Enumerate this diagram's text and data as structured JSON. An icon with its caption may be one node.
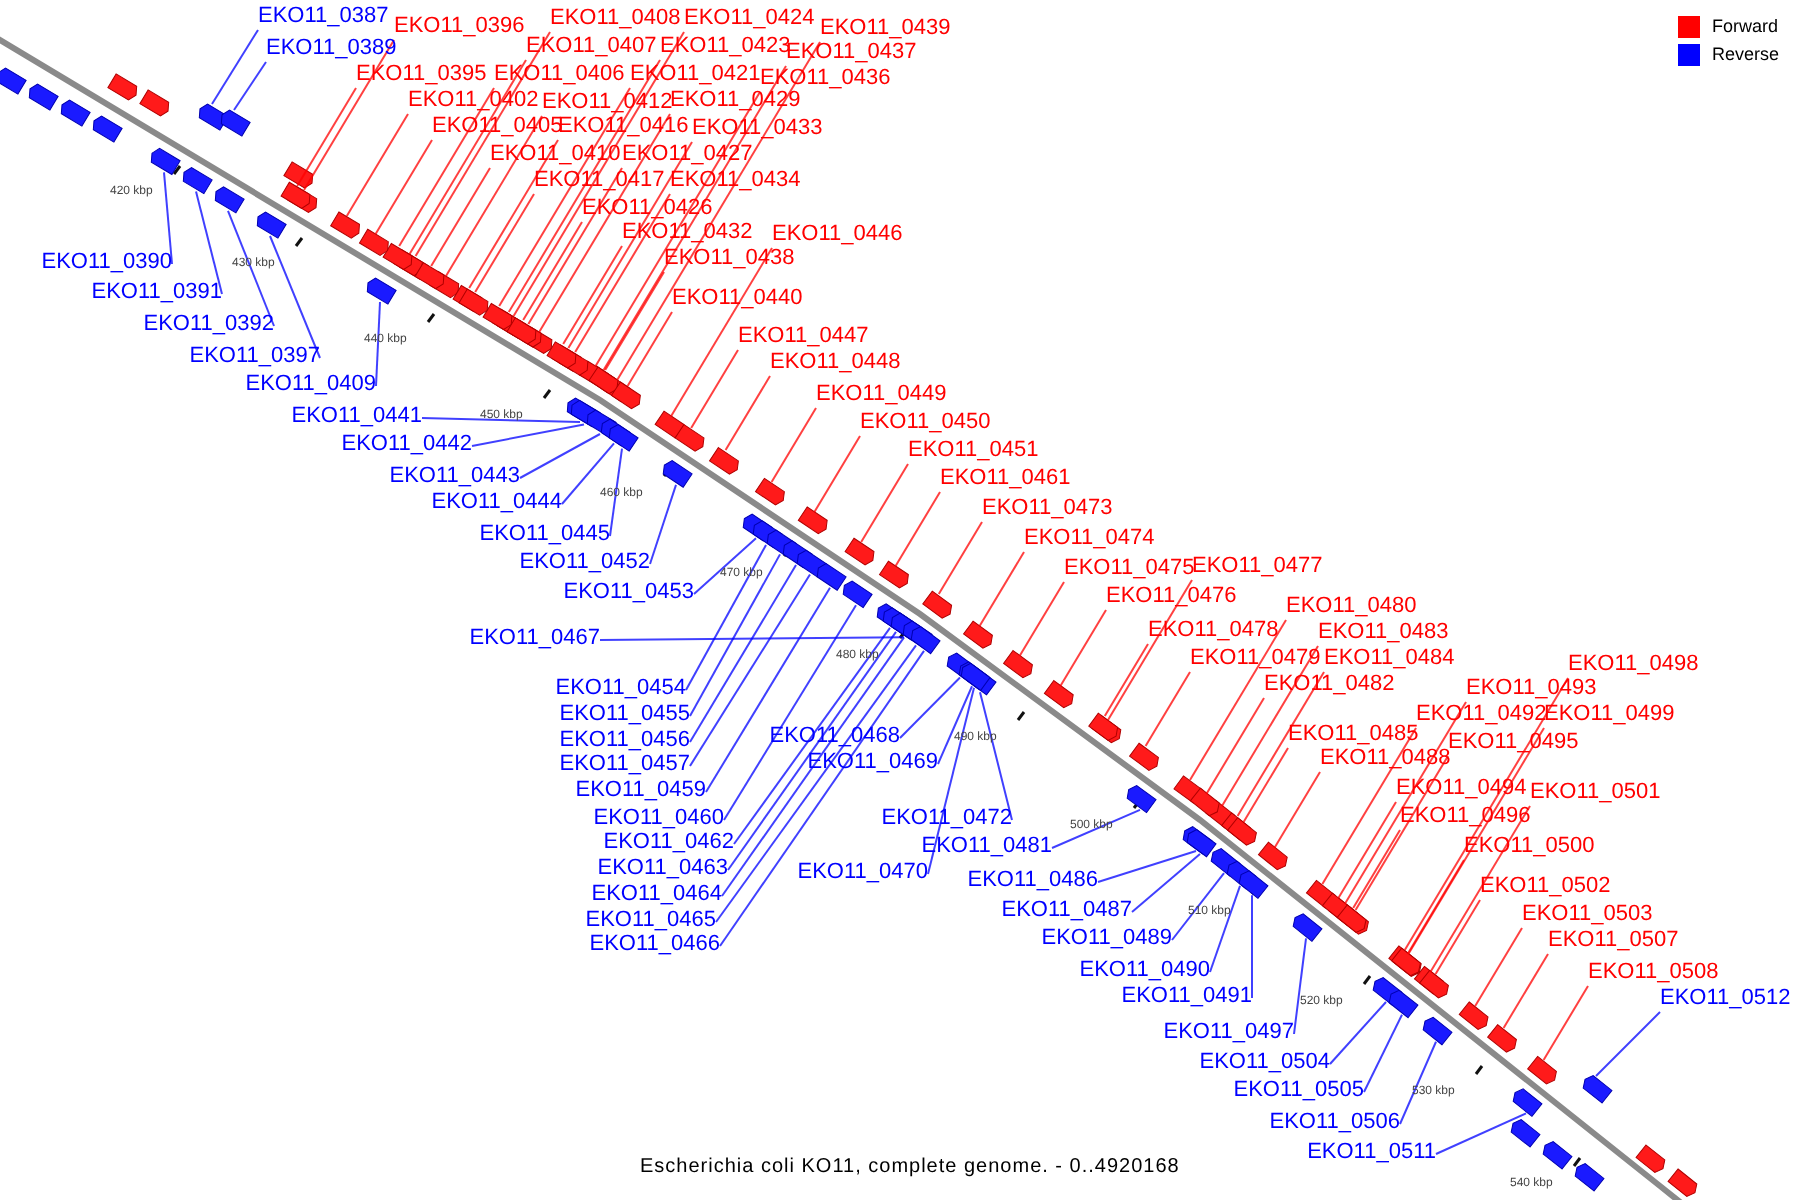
{
  "diagram": {
    "caption": "Escherichia coli KO11, complete genome. - 0..4920168",
    "nodes": [
      {
        "text": [
          "EKO11_0387"
        ]
      },
      {
        "text": [
          "EKO11_0389"
        ]
      },
      {
        "text": [
          "EKO11_0396"
        ]
      },
      {
        "text": [
          "EKO11_0408"
        ]
      },
      {
        "text": [
          "EKO11_0424"
        ]
      },
      {
        "text": [
          "EKO11_0439"
        ]
      },
      {
        "text": [
          "EKO11_0407"
        ]
      },
      {
        "text": [
          "EKO11_0423"
        ]
      },
      {
        "text": [
          "EKO11_0437"
        ]
      },
      {
        "text": [
          "EKO11_0395"
        ]
      },
      {
        "text": [
          "EKO11_0406"
        ]
      },
      {
        "text": [
          "EKO11_0421"
        ]
      },
      {
        "text": [
          "EKO11_0436"
        ]
      },
      {
        "text": [
          "EKO11_0402"
        ]
      },
      {
        "text": [
          "EKO11_0412"
        ]
      },
      {
        "text": [
          "EKO11_0429"
        ]
      },
      {
        "text": [
          "EKO11_0405"
        ]
      },
      {
        "text": [
          "EKO11_0416"
        ]
      },
      {
        "text": [
          "EKO11_0433"
        ]
      },
      {
        "text": [
          "EKO11_0410"
        ]
      },
      {
        "text": [
          "EKO11_0427"
        ]
      },
      {
        "text": [
          "EKO11_0417"
        ]
      },
      {
        "text": [
          "EKO11_0434"
        ]
      },
      {
        "text": [
          "EKO11_0426"
        ]
      },
      {
        "text": [
          "EKO11_0446"
        ]
      },
      {
        "text": [
          "EKO11_0432"
        ]
      },
      {
        "text": [
          "EKO11_0438"
        ]
      },
      {
        "text": [
          "EKO11_0390"
        ]
      },
      {
        "text": [
          "EKO11_0391"
        ]
      },
      {
        "text": [
          "EKO11_0440"
        ]
      },
      {
        "text": [
          "EKO11_0392"
        ]
      },
      {
        "text": [
          "EKO11_0447"
        ]
      },
      {
        "text": [
          "EKO11_0397"
        ]
      },
      {
        "text": [
          "EKO11_0448"
        ]
      },
      {
        "text": [
          "EKO11_0409"
        ]
      },
      {
        "text": [
          "EKO11_0449"
        ]
      },
      {
        "text": [
          "EKO11_0441"
        ]
      },
      {
        "text": [
          "EKO11_0450"
        ]
      },
      {
        "text": [
          "EKO11_0442"
        ]
      },
      {
        "text": [
          "EKO11_0451"
        ]
      },
      {
        "text": [
          "EKO11_0443"
        ]
      },
      {
        "text": [
          "EKO11_0461"
        ]
      },
      {
        "text": [
          "EKO11_0444"
        ]
      },
      {
        "text": [
          "EKO11_0473"
        ]
      },
      {
        "text": [
          "EKO11_0445"
        ]
      },
      {
        "text": [
          "EKO11_0474"
        ]
      },
      {
        "text": [
          "EKO11_0452"
        ]
      },
      {
        "text": [
          "EKO11_0475"
        ]
      },
      {
        "text": [
          "EKO11_0477"
        ]
      },
      {
        "text": [
          "EKO11_0453"
        ]
      },
      {
        "text": [
          "EKO11_0476"
        ]
      },
      {
        "text": [
          "EKO11_0480"
        ]
      },
      {
        "text": [
          "EKO11_0478"
        ]
      },
      {
        "text": [
          "EKO11_0483"
        ]
      },
      {
        "text": [
          "EKO11_0479"
        ]
      },
      {
        "text": [
          "EKO11_0484"
        ]
      },
      {
        "text": [
          "EKO11_0498"
        ]
      },
      {
        "text": [
          "EKO11_0454"
        ]
      },
      {
        "text": [
          "EKO11_0482"
        ]
      },
      {
        "text": [
          "EKO11_0493"
        ]
      },
      {
        "text": [
          "EKO11_0455"
        ]
      },
      {
        "text": [
          "EKO11_0492"
        ]
      },
      {
        "text": [
          "EKO11_0499"
        ]
      },
      {
        "text": [
          "EKO11_0485"
        ]
      },
      {
        "text": [
          "EKO11_0468"
        ]
      },
      {
        "text": [
          "EKO11_0456"
        ]
      },
      {
        "text": [
          "EKO11_0495"
        ]
      },
      {
        "text": [
          "EKO11_0488"
        ]
      },
      {
        "text": [
          "EKO11_0469"
        ]
      },
      {
        "text": [
          "EKO11_0457"
        ]
      },
      {
        "text": [
          "EKO11_0467"
        ]
      },
      {
        "text": [
          "EKO11_0494"
        ]
      },
      {
        "text": [
          "EKO11_0459"
        ]
      },
      {
        "text": [
          "EKO11_0501"
        ]
      },
      {
        "text": [
          "EKO11_0496"
        ]
      },
      {
        "text": [
          "EKO11_0460"
        ]
      },
      {
        "text": [
          "EKO11_0472"
        ]
      },
      {
        "text": [
          "EKO11_0462"
        ]
      },
      {
        "text": [
          "EKO11_0481"
        ]
      },
      {
        "text": [
          "EKO11_0500"
        ]
      },
      {
        "text": [
          "EKO11_0463"
        ]
      },
      {
        "text": [
          "EKO11_0470"
        ]
      },
      {
        "text": [
          "EKO11_0486"
        ]
      },
      {
        "text": [
          "EKO11_0502"
        ]
      },
      {
        "text": [
          "EKO11_0464"
        ]
      },
      {
        "text": [
          "EKO11_0487"
        ]
      },
      {
        "text": [
          "EKO11_0503"
        ]
      },
      {
        "text": [
          "EKO11_0465"
        ]
      },
      {
        "text": [
          "EKO11_0489"
        ]
      },
      {
        "text": [
          "EKO11_0507"
        ]
      },
      {
        "text": [
          "EKO11_0466"
        ]
      },
      {
        "text": [
          "EKO11_0490"
        ]
      },
      {
        "text": [
          "EKO11_0508"
        ]
      },
      {
        "text": [
          "EKO11_0491"
        ]
      },
      {
        "text": [
          "EKO11_0512"
        ]
      },
      {
        "text": [
          "EKO11_0497"
        ]
      },
      {
        "text": [
          "EKO11_0504"
        ]
      },
      {
        "text": [
          "EKO11_0505"
        ]
      },
      {
        "text": [
          "EKO11_0506"
        ]
      },
      {
        "text": [
          "EKO11_0511"
        ]
      },
      {
        "text": [],
        "shape": "box"
      },
      {
        "text": [],
        "shape": "box"
      },
      {
        "text": [],
        "shape": "box"
      },
      {
        "text": [],
        "shape": "box"
      },
      {
        "text": [],
        "shape": "box"
      },
      {
        "text": [],
        "shape": "box"
      },
      {
        "text": [],
        "shape": "box"
      },
      {
        "text": [],
        "shape": "box"
      },
      {
        "text": [],
        "shape": "box"
      },
      {
        "text": [],
        "shape": "box"
      },
      {
        "text": [],
        "shape": "box"
      },
      {
        "text": [],
        "shape": "box"
      },
      {
        "text": [],
        "shape": "box"
      },
      {
        "text": [],
        "shape": "box"
      },
      {
        "text": [],
        "shape": "box"
      },
      {
        "text": [],
        "shape": "box"
      },
      {
        "text": [],
        "shape": "box"
      },
      {
        "text": [],
        "shape": "box"
      },
      {
        "text": [],
        "shape": "box"
      },
      {
        "text": [],
        "shape": "box"
      },
      {
        "text": [],
        "shape": "box"
      },
      {
        "text": [],
        "shape": "box"
      },
      {
        "text": [],
        "shape": "box"
      },
      {
        "text": [],
        "shape": "box"
      },
      {
        "text": [],
        "shape": "box"
      },
      {
        "text": [],
        "shape": "box"
      },
      {
        "text": [],
        "shape": "box"
      },
      {
        "text": [],
        "shape": "box"
      },
      {
        "text": [],
        "shape": "box"
      },
      {
        "text": [],
        "shape": "box"
      },
      {
        "text": [],
        "shape": "box"
      },
      {
        "text": [],
        "shape": "box"
      },
      {
        "text": [],
        "shape": "box"
      },
      {
        "text": [],
        "shape": "box"
      },
      {
        "text": [],
        "shape": "box"
      },
      {
        "text": [],
        "shape": "box"
      },
      {
        "text": [],
        "shape": "box"
      },
      {
        "text": [],
        "shape": "box"
      },
      {
        "text": [],
        "shape": "box"
      },
      {
        "text": [],
        "shape": "box"
      },
      {
        "text": [],
        "shape": "box"
      },
      {
        "text": [],
        "shape": "box"
      },
      {
        "text": [],
        "shape": "box"
      },
      {
        "text": [],
        "shape": "box"
      },
      {
        "text": [],
        "shape": "box"
      },
      {
        "text": [],
        "shape": "box"
      },
      {
        "text": [],
        "shape": "box"
      },
      {
        "text": [],
        "shape": "box"
      },
      {
        "text": [],
        "shape": "box"
      },
      {
        "text": [],
        "shape": "box"
      },
      {
        "text": [],
        "shape": "box"
      },
      {
        "text": [],
        "shape": "box"
      },
      {
        "text": [],
        "shape": "box"
      },
      {
        "text": [],
        "shape": "box"
      },
      {
        "text": [],
        "shape": "box"
      },
      {
        "text": [],
        "shape": "box"
      },
      {
        "text": [],
        "shape": "box"
      },
      {
        "text": [],
        "shape": "box"
      },
      {
        "text": [],
        "shape": "box"
      },
      {
        "text": [],
        "shape": "box"
      },
      {
        "text": [],
        "shape": "box"
      },
      {
        "text": [],
        "shape": "box"
      },
      {
        "text": [],
        "shape": "box"
      },
      {
        "text": [],
        "shape": "box"
      },
      {
        "text": [],
        "shape": "box"
      },
      {
        "text": [],
        "shape": "box"
      },
      {
        "text": [],
        "shape": "box"
      },
      {
        "text": [],
        "shape": "box"
      },
      {
        "text": [],
        "shape": "box"
      },
      {
        "text": [],
        "shape": "box"
      },
      {
        "text": [],
        "shape": "box"
      },
      {
        "text": [],
        "shape": "box"
      },
      {
        "text": [],
        "shape": "box"
      },
      {
        "text": [],
        "shape": "box"
      },
      {
        "text": [],
        "shape": "box"
      },
      {
        "text": [],
        "shape": "box"
      },
      {
        "text": [],
        "shape": "box"
      },
      {
        "text": [],
        "shape": "box"
      },
      {
        "text": [],
        "shape": "box"
      },
      {
        "text": [],
        "shape": "box"
      },
      {
        "text": [],
        "shape": "box"
      },
      {
        "text": [],
        "shape": "box"
      },
      {
        "text": [],
        "shape": "box"
      },
      {
        "text": [],
        "shape": "box"
      },
      {
        "text": [],
        "shape": "box"
      },
      {
        "text": [],
        "shape": "box"
      },
      {
        "text": [],
        "shape": "box"
      },
      {
        "text": [],
        "shape": "box"
      },
      {
        "text": [],
        "shape": "box"
      },
      {
        "text": [],
        "shape": "box"
      },
      {
        "text": [],
        "shape": "box"
      },
      {
        "text": [],
        "shape": "box"
      },
      {
        "text": [],
        "shape": "box"
      },
      {
        "text": [],
        "shape": "box"
      },
      {
        "text": [],
        "shape": "box"
      },
      {
        "text": [],
        "shape": "box"
      },
      {
        "text": [],
        "shape": "box"
      },
      {
        "text": [],
        "shape": "box"
      },
      {
        "text": [],
        "shape": "box"
      },
      {
        "text": [],
        "shape": "box"
      },
      {
        "text": [],
        "shape": "box"
      },
      {
        "text": [],
        "shape": "box"
      },
      {
        "text": [],
        "shape": "box"
      },
      {
        "text": [],
        "shape": "box"
      },
      {
        "text": [],
        "shape": "box"
      },
      {
        "text": [],
        "shape": "box"
      },
      {
        "text": [],
        "shape": "box"
      },
      {
        "text": [],
        "shape": "box"
      },
      {
        "text": [],
        "shape": "box"
      },
      {
        "text": [],
        "shape": "box"
      },
      {
        "text": [],
        "shape": "box"
      },
      {
        "text": [],
        "shape": "box"
      }
    ],
    "edges": [
      {
        "from": 0,
        "to": 100,
        "arrow": "none",
        "color": "#0000ff"
      },
      {
        "from": 1,
        "to": 101,
        "arrow": "none",
        "color": "#0000ff"
      },
      {
        "from": 2,
        "to": 102,
        "arrow": "none"
      },
      {
        "from": 3,
        "to": 103,
        "arrow": "none"
      },
      {
        "from": 4,
        "to": 104,
        "arrow": "none"
      },
      {
        "from": 5,
        "to": 105,
        "arrow": "none"
      },
      {
        "from": 6,
        "to": 106,
        "arrow": "none"
      },
      {
        "from": 7,
        "to": 107,
        "arrow": "none"
      },
      {
        "from": 8,
        "to": 108,
        "arrow": "none"
      },
      {
        "from": 9,
        "to": 109,
        "arrow": "none"
      },
      {
        "from": 10,
        "to": 110,
        "arrow": "none"
      },
      {
        "from": 11,
        "to": 111,
        "arrow": "none"
      },
      {
        "from": 12,
        "to": 112,
        "arrow": "none"
      },
      {
        "from": 13,
        "to": 113,
        "arrow": "none"
      },
      {
        "from": 14,
        "to": 114,
        "arrow": "none"
      },
      {
        "from": 15,
        "to": 115,
        "arrow": "none"
      },
      {
        "from": 16,
        "to": 116,
        "arrow": "none"
      },
      {
        "from": 17,
        "to": 117,
        "arrow": "none"
      },
      {
        "from": 18,
        "to": 118,
        "arrow": "none"
      },
      {
        "from": 19,
        "to": 119,
        "arrow": "none"
      },
      {
        "from": 20,
        "to": 120,
        "arrow": "none"
      },
      {
        "from": 21,
        "to": 121,
        "arrow": "none"
      },
      {
        "from": 22,
        "to": 122,
        "arrow": "none"
      },
      {
        "from": 23,
        "to": 123,
        "arrow": "none"
      },
      {
        "from": 24,
        "to": 124,
        "arrow": "none"
      },
      {
        "from": 25,
        "to": 125,
        "arrow": "none"
      },
      {
        "from": 26,
        "to": 126,
        "arrow": "none"
      },
      {
        "from": 27,
        "to": 127,
        "arrow": "none",
        "color": "#0000ff"
      },
      {
        "from": 28,
        "to": 128,
        "arrow": "none",
        "color": "#0000ff"
      },
      {
        "from": 29,
        "to": 129,
        "arrow": "none"
      },
      {
        "from": 30,
        "to": 130,
        "arrow": "none",
        "color": "#0000ff"
      },
      {
        "from": 31,
        "to": 131,
        "arrow": "none"
      },
      {
        "from": 32,
        "to": 132,
        "arrow": "none",
        "color": "#0000ff"
      },
      {
        "from": 33,
        "to": 133,
        "arrow": "none"
      },
      {
        "from": 34,
        "to": 134,
        "arrow": "none",
        "color": "#0000ff"
      },
      {
        "from": 35,
        "to": 135,
        "arrow": "none"
      },
      {
        "from": 36,
        "to": 136,
        "arrow": "none",
        "color": "#0000ff"
      },
      {
        "from": 37,
        "to": 137,
        "arrow": "none"
      },
      {
        "from": 38,
        "to": 138,
        "arrow": "none",
        "color": "#0000ff"
      },
      {
        "from": 39,
        "to": 139,
        "arrow": "none"
      },
      {
        "from": 40,
        "to": 140,
        "arrow": "none",
        "color": "#0000ff"
      },
      {
        "from": 41,
        "to": 141,
        "arrow": "none"
      },
      {
        "from": 42,
        "to": 142,
        "arrow": "none",
        "color": "#0000ff"
      },
      {
        "from": 43,
        "to": 143,
        "arrow": "none"
      },
      {
        "from": 44,
        "to": 144,
        "arrow": "none",
        "color": "#0000ff"
      },
      {
        "from": 45,
        "to": 145,
        "arrow": "none"
      },
      {
        "from": 46,
        "to": 146,
        "arrow": "none",
        "color": "#0000ff"
      },
      {
        "from": 47,
        "to": 147,
        "arrow": "none"
      },
      {
        "from": 48,
        "to": 148,
        "arrow": "none"
      },
      {
        "from": 49,
        "to": 149,
        "arrow": "none",
        "color": "#0000ff"
      },
      {
        "from": 50,
        "to": 150,
        "arrow": "none"
      },
      {
        "from": 51,
        "to": 151,
        "arrow": "none"
      },
      {
        "from": 52,
        "to": 152,
        "arrow": "none"
      },
      {
        "from": 53,
        "to": 153,
        "arrow": "none"
      },
      {
        "from": 54,
        "to": 154,
        "arrow": "none"
      },
      {
        "from": 55,
        "to": 155,
        "arrow": "none"
      },
      {
        "from": 56,
        "to": 156,
        "arrow": "none"
      },
      {
        "from": 57,
        "to": 157,
        "arrow": "none",
        "color": "#0000ff"
      },
      {
        "from": 58,
        "to": 158,
        "arrow": "none"
      },
      {
        "from": 59,
        "to": 159,
        "arrow": "none"
      },
      {
        "from": 60,
        "to": 160,
        "arrow": "none",
        "color": "#0000ff"
      },
      {
        "from": 61,
        "to": 161,
        "arrow": "none"
      },
      {
        "from": 62,
        "to": 162,
        "arrow": "none"
      },
      {
        "from": 63,
        "to": 163,
        "arrow": "none"
      },
      {
        "from": 64,
        "to": 164,
        "arrow": "none",
        "color": "#0000ff"
      },
      {
        "from": 65,
        "to": 165,
        "arrow": "none",
        "color": "#0000ff"
      },
      {
        "from": 66,
        "to": 166,
        "arrow": "none"
      },
      {
        "from": 67,
        "to": 167,
        "arrow": "none"
      },
      {
        "from": 68,
        "to": 168,
        "arrow": "none",
        "color": "#0000ff"
      },
      {
        "from": 69,
        "to": 169,
        "arrow": "none",
        "color": "#0000ff"
      },
      {
        "from": 70,
        "to": 170,
        "arrow": "none",
        "color": "#0000ff"
      },
      {
        "from": 71,
        "to": 171,
        "arrow": "none"
      },
      {
        "from": 72,
        "to": 172,
        "arrow": "none",
        "color": "#0000ff"
      },
      {
        "from": 73,
        "to": 173,
        "arrow": "none"
      },
      {
        "from": 74,
        "to": 174,
        "arrow": "none"
      },
      {
        "from": 75,
        "to": 175,
        "arrow": "none",
        "color": "#0000ff"
      },
      {
        "from": 76,
        "to": 176,
        "arrow": "none",
        "color": "#0000ff"
      },
      {
        "from": 77,
        "to": 177,
        "arrow": "none",
        "color": "#0000ff"
      },
      {
        "from": 78,
        "to": 178,
        "arrow": "none",
        "color": "#0000ff"
      },
      {
        "from": 79,
        "to": 179,
        "arrow": "none"
      },
      {
        "from": 80,
        "to": 180,
        "arrow": "none",
        "color": "#0000ff"
      },
      {
        "from": 81,
        "to": 181,
        "arrow": "none",
        "color": "#0000ff"
      },
      {
        "from": 82,
        "to": 182,
        "arrow": "none",
        "color": "#0000ff"
      },
      {
        "from": 83,
        "to": 183,
        "arrow": "none"
      },
      {
        "from": 84,
        "to": 184,
        "arrow": "none",
        "color": "#0000ff"
      },
      {
        "from": 85,
        "to": 185,
        "arrow": "none",
        "color": "#0000ff"
      },
      {
        "from": 86,
        "to": 186,
        "arrow": "none"
      },
      {
        "from": 87,
        "to": 187,
        "arrow": "none",
        "color": "#0000ff"
      },
      {
        "from": 88,
        "to": 188,
        "arrow": "none",
        "color": "#0000ff"
      },
      {
        "from": 89,
        "to": 189,
        "arrow": "none"
      },
      {
        "from": 90,
        "to": 190,
        "arrow": "none",
        "color": "#0000ff"
      },
      {
        "from": 91,
        "to": 191,
        "arrow": "none",
        "color": "#0000ff"
      },
      {
        "from": 92,
        "to": 192,
        "arrow": "none"
      },
      {
        "from": 93,
        "to": 193,
        "arrow": "none",
        "color": "#0000ff"
      },
      {
        "from": 94,
        "to": 194,
        "arrow": "none",
        "color": "#0000ff"
      },
      {
        "from": 95,
        "to": 195,
        "arrow": "none",
        "color": "#0000ff"
      },
      {
        "from": 96,
        "to": 196,
        "arrow": "none",
        "color": "#0000ff"
      },
      {
        "from": 97,
        "to": 197,
        "arrow": "none",
        "color": "#0000ff"
      },
      {
        "from": 98,
        "to": 198,
        "arrow": "none",
        "color": "#0000ff"
      },
      {
        "from": 99,
        "to": 199,
        "arrow": "none",
        "color": "#0000ff"
      }
    ],
    "labels": [
      "420 kbp",
      "430 kbp",
      "440 kbp",
      "450 kbp",
      "460 kbp",
      "470 kbp",
      "480 kbp",
      "490 kbp",
      "500 kbp",
      "510 kbp",
      "520 kbp",
      "530 kbp",
      "540 kbp"
    ],
    "legend": [
      {
        "text": "Forward",
        "color": "#ff0000"
      },
      {
        "text": "Reverse",
        "color": "#0000ff"
      }
    ]
  }
}
